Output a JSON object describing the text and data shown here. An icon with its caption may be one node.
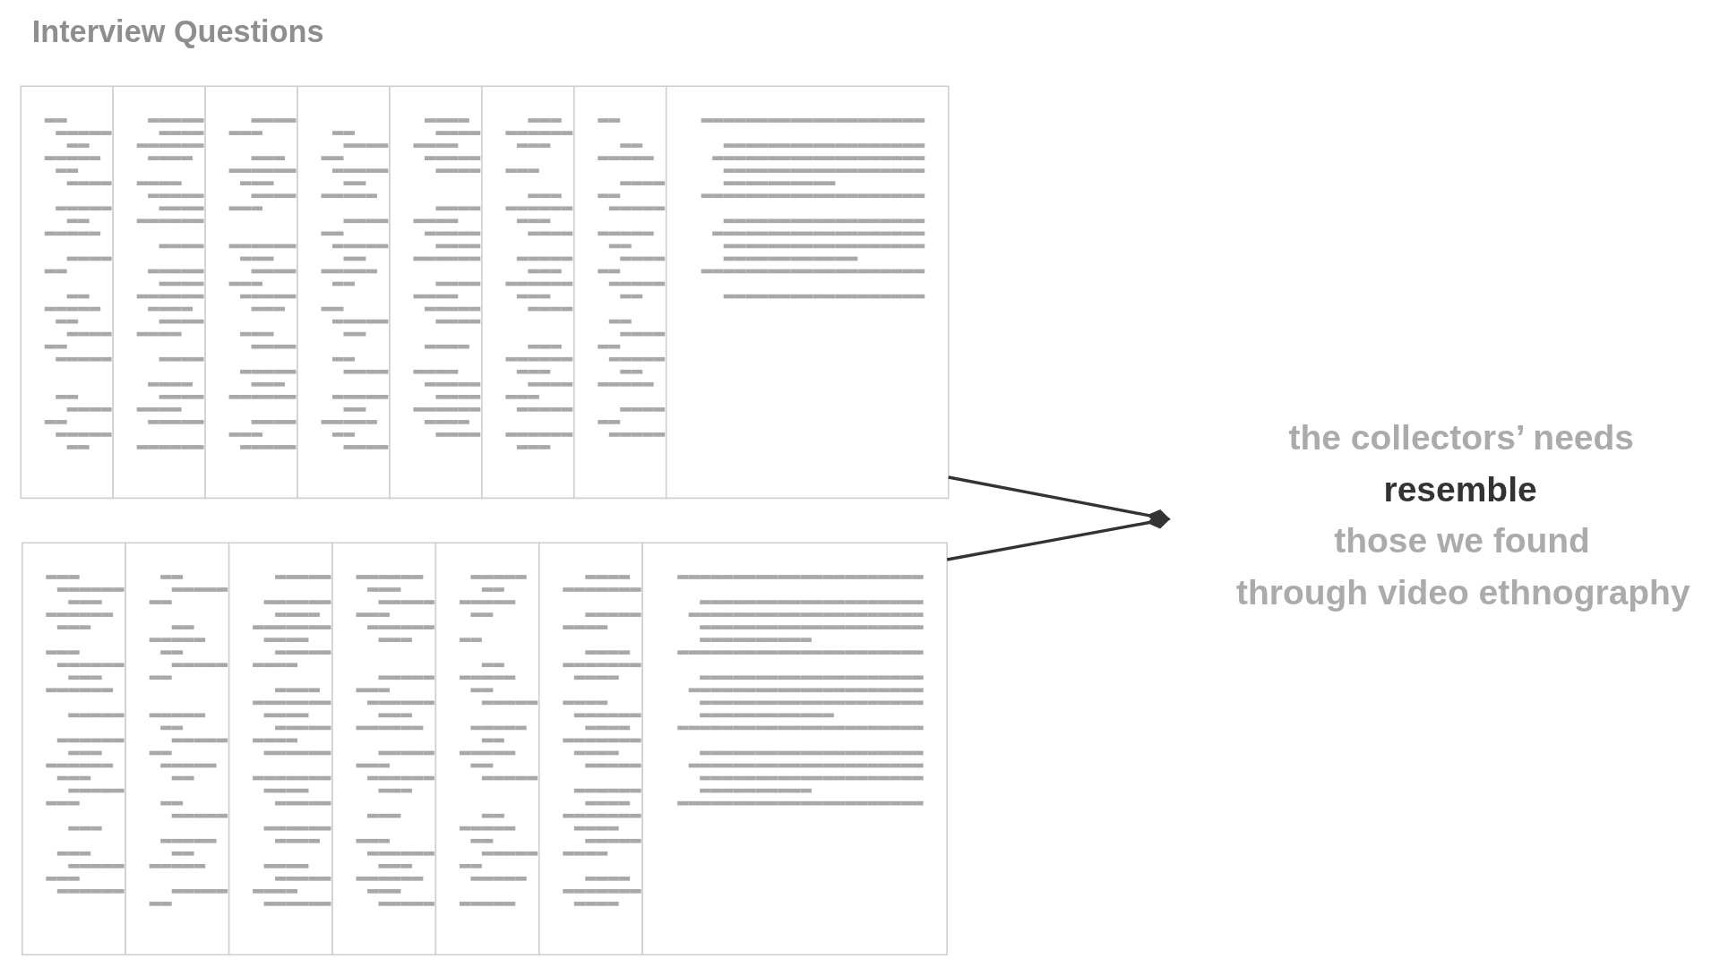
{
  "diagram": {
    "title": "Interview Questions",
    "nodes": [
      {
        "text": [],
        "shape": "picture"
      },
      {
        "text": [],
        "shape": "picture"
      },
      {
        "text": [
          "the collectors’ needs",
          "resemble",
          "those we found",
          "through video ethnography"
        ]
      }
    ],
    "edges": [
      {
        "from": 0,
        "to": 2,
        "arrow": "other"
      },
      {
        "from": 1,
        "to": 2,
        "arrow": "other"
      }
    ]
  }
}
